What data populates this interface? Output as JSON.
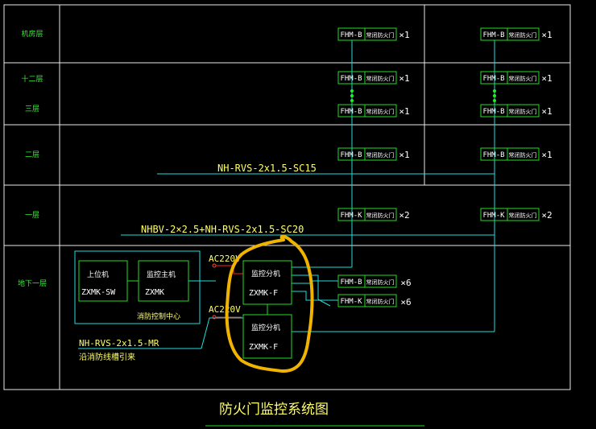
{
  "floors": {
    "roof": "机房层",
    "f12": "十二层",
    "f3": "三层",
    "f2": "二层",
    "f1": "一层",
    "b1": "地下一层"
  },
  "devices": {
    "fhm_b": "FHM-B",
    "fhm_k": "FHM-K",
    "door_label": "常闭防火门",
    "x1": "×1",
    "x2": "×2",
    "x6": "×6"
  },
  "cables": {
    "c1": "NH-RVS-2x1.5-SC15",
    "c2": "NHBV-2×2.5+NH-RVS-2x1.5-SC20",
    "c3": "NH-RVS-2x1.5-MR",
    "c3_note": "沿消防线槽引来"
  },
  "control_center": {
    "upper_pc": "上位机",
    "upper_pc_model": "ZXMK-SW",
    "host": "监控主机",
    "host_model": "ZXMK",
    "label": "消防控制中心"
  },
  "sub_unit": {
    "name": "监控分机",
    "model": "ZXMK-F"
  },
  "power": {
    "ac1": "AC220V",
    "ac2": "AC220V"
  },
  "title": "防火门监控系统图"
}
